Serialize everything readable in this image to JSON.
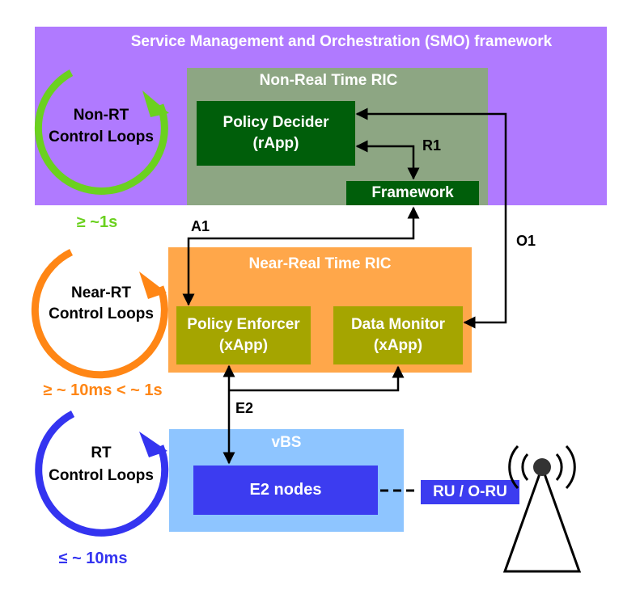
{
  "smo": {
    "title": "Service Management and Orchestration (SMO) framework",
    "color": "#b07aff"
  },
  "non_rt_ric": {
    "title": "Non-Real Time RIC",
    "color": "#8da683",
    "policy_decider": {
      "line1": "Policy Decider",
      "line2": "(rApp)",
      "color": "#005e0a"
    },
    "framework": {
      "label": "Framework",
      "color": "#005e0a"
    }
  },
  "near_rt_ric": {
    "title": "Near-Real Time RIC",
    "color": "#ffa74a",
    "policy_enforcer": {
      "line1": "Policy Enforcer",
      "line2": "(xApp)",
      "color": "#a5a500"
    },
    "data_monitor": {
      "line1": "Data Monitor",
      "line2": "(xApp)",
      "color": "#a5a500"
    }
  },
  "vbs": {
    "title": "vBS",
    "color": "#8ec5ff",
    "e2_nodes": {
      "label": "E2 nodes",
      "color": "#3c3cf0"
    }
  },
  "ru": {
    "label": "RU / O-RU",
    "color": "#3c3cf0"
  },
  "interfaces": {
    "a1": "A1",
    "r1": "R1",
    "o1": "O1",
    "e2": "E2"
  },
  "loops": {
    "non_rt": {
      "line1": "Non-RT",
      "line2": "Control Loops",
      "timing": "≥ ~1s",
      "color": "#6bd11f"
    },
    "near_rt": {
      "line1": "Near-RT",
      "line2": "Control Loops",
      "timing": "≥ ~ 10ms < ~ 1s",
      "color": "#ff8615"
    },
    "rt": {
      "line1": "RT",
      "line2": "Control Loops",
      "timing": "≤ ~ 10ms",
      "color": "#3434f0"
    }
  }
}
